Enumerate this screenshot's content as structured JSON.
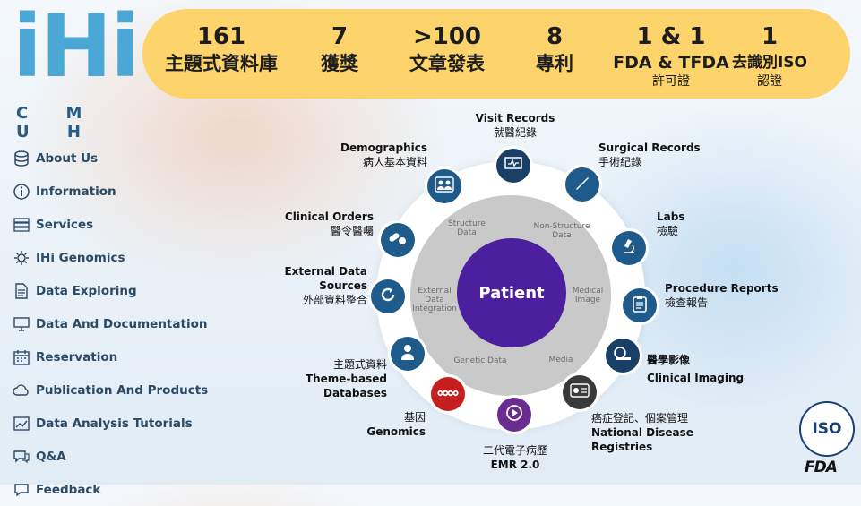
{
  "logo": {
    "brand": "iHi",
    "subtitle": "C M U H"
  },
  "nav": [
    {
      "label": "About Us",
      "icon": "database-icon"
    },
    {
      "label": "Information",
      "icon": "info-icon"
    },
    {
      "label": "Services",
      "icon": "server-icon"
    },
    {
      "label": "IHi Genomics",
      "icon": "gear-icon"
    },
    {
      "label": "Data Exploring",
      "icon": "document-icon"
    },
    {
      "label": "Data And Documentation",
      "icon": "monitor-icon"
    },
    {
      "label": "Reservation",
      "icon": "calendar-icon"
    },
    {
      "label": "Publication And Products",
      "icon": "cloud-icon"
    },
    {
      "label": "Data Analysis Tutorials",
      "icon": "chart-icon"
    },
    {
      "label": "Q&A",
      "icon": "chat-icon"
    },
    {
      "label": "Feedback",
      "icon": "feedback-icon"
    }
  ],
  "stats": [
    {
      "num": "161",
      "cap": "主題式資料庫"
    },
    {
      "num": "7",
      "cap": "獲獎"
    },
    {
      "num": ">100",
      "cap": "文章發表"
    },
    {
      "num": "8",
      "cap": "專利"
    },
    {
      "num": "1 & 1",
      "cap": "FDA & TFDA",
      "cap_sub": "許可證"
    },
    {
      "num": "1",
      "cap": "去識別ISO",
      "cap_sub": "認證"
    }
  ],
  "center": {
    "label": "Patient"
  },
  "zones": {
    "structure": "Structure Data",
    "non_structure": "Non-Structure Data",
    "external": "External Data Integration",
    "medical_image": "Medical Image",
    "genetic": "Genetic Data",
    "media": "Media"
  },
  "nodes": {
    "visit": {
      "en": "Visit Records",
      "zh": "就醫紀錄"
    },
    "surgical": {
      "en": "Surgical Records",
      "zh": "手術紀錄"
    },
    "labs": {
      "en": "Labs",
      "zh": "檢驗"
    },
    "procedure": {
      "en": "Procedure Reports",
      "zh": "檢查報告"
    },
    "imaging": {
      "zh": "醫學影像",
      "en": "Clinical Imaging"
    },
    "cancer": {
      "zh": "癌症登記、個案管理",
      "en1": "National Disease",
      "en2": "Registries"
    },
    "emr": {
      "zh": "二代電子病歷",
      "en": "EMR 2.0"
    },
    "genomics": {
      "zh": "基因",
      "en": "Genomics"
    },
    "theme": {
      "zh": "主題式資料",
      "en1": "Theme-based",
      "en2": "Databases"
    },
    "external": {
      "en1": "External Data",
      "en2": "Sources",
      "zh": "外部資料整合"
    },
    "orders": {
      "en": "Clinical Orders",
      "zh": "醫令醫囑"
    },
    "demographics": {
      "en": "Demographics",
      "zh": "病人基本資料"
    }
  },
  "badges": {
    "iso": "ISO",
    "fda": "FDA"
  },
  "colors": {
    "banner": "#fdd36b",
    "patient": "#4b1f9e",
    "node_blue": "#1e5b8a",
    "accent": "#4aa7d6"
  }
}
